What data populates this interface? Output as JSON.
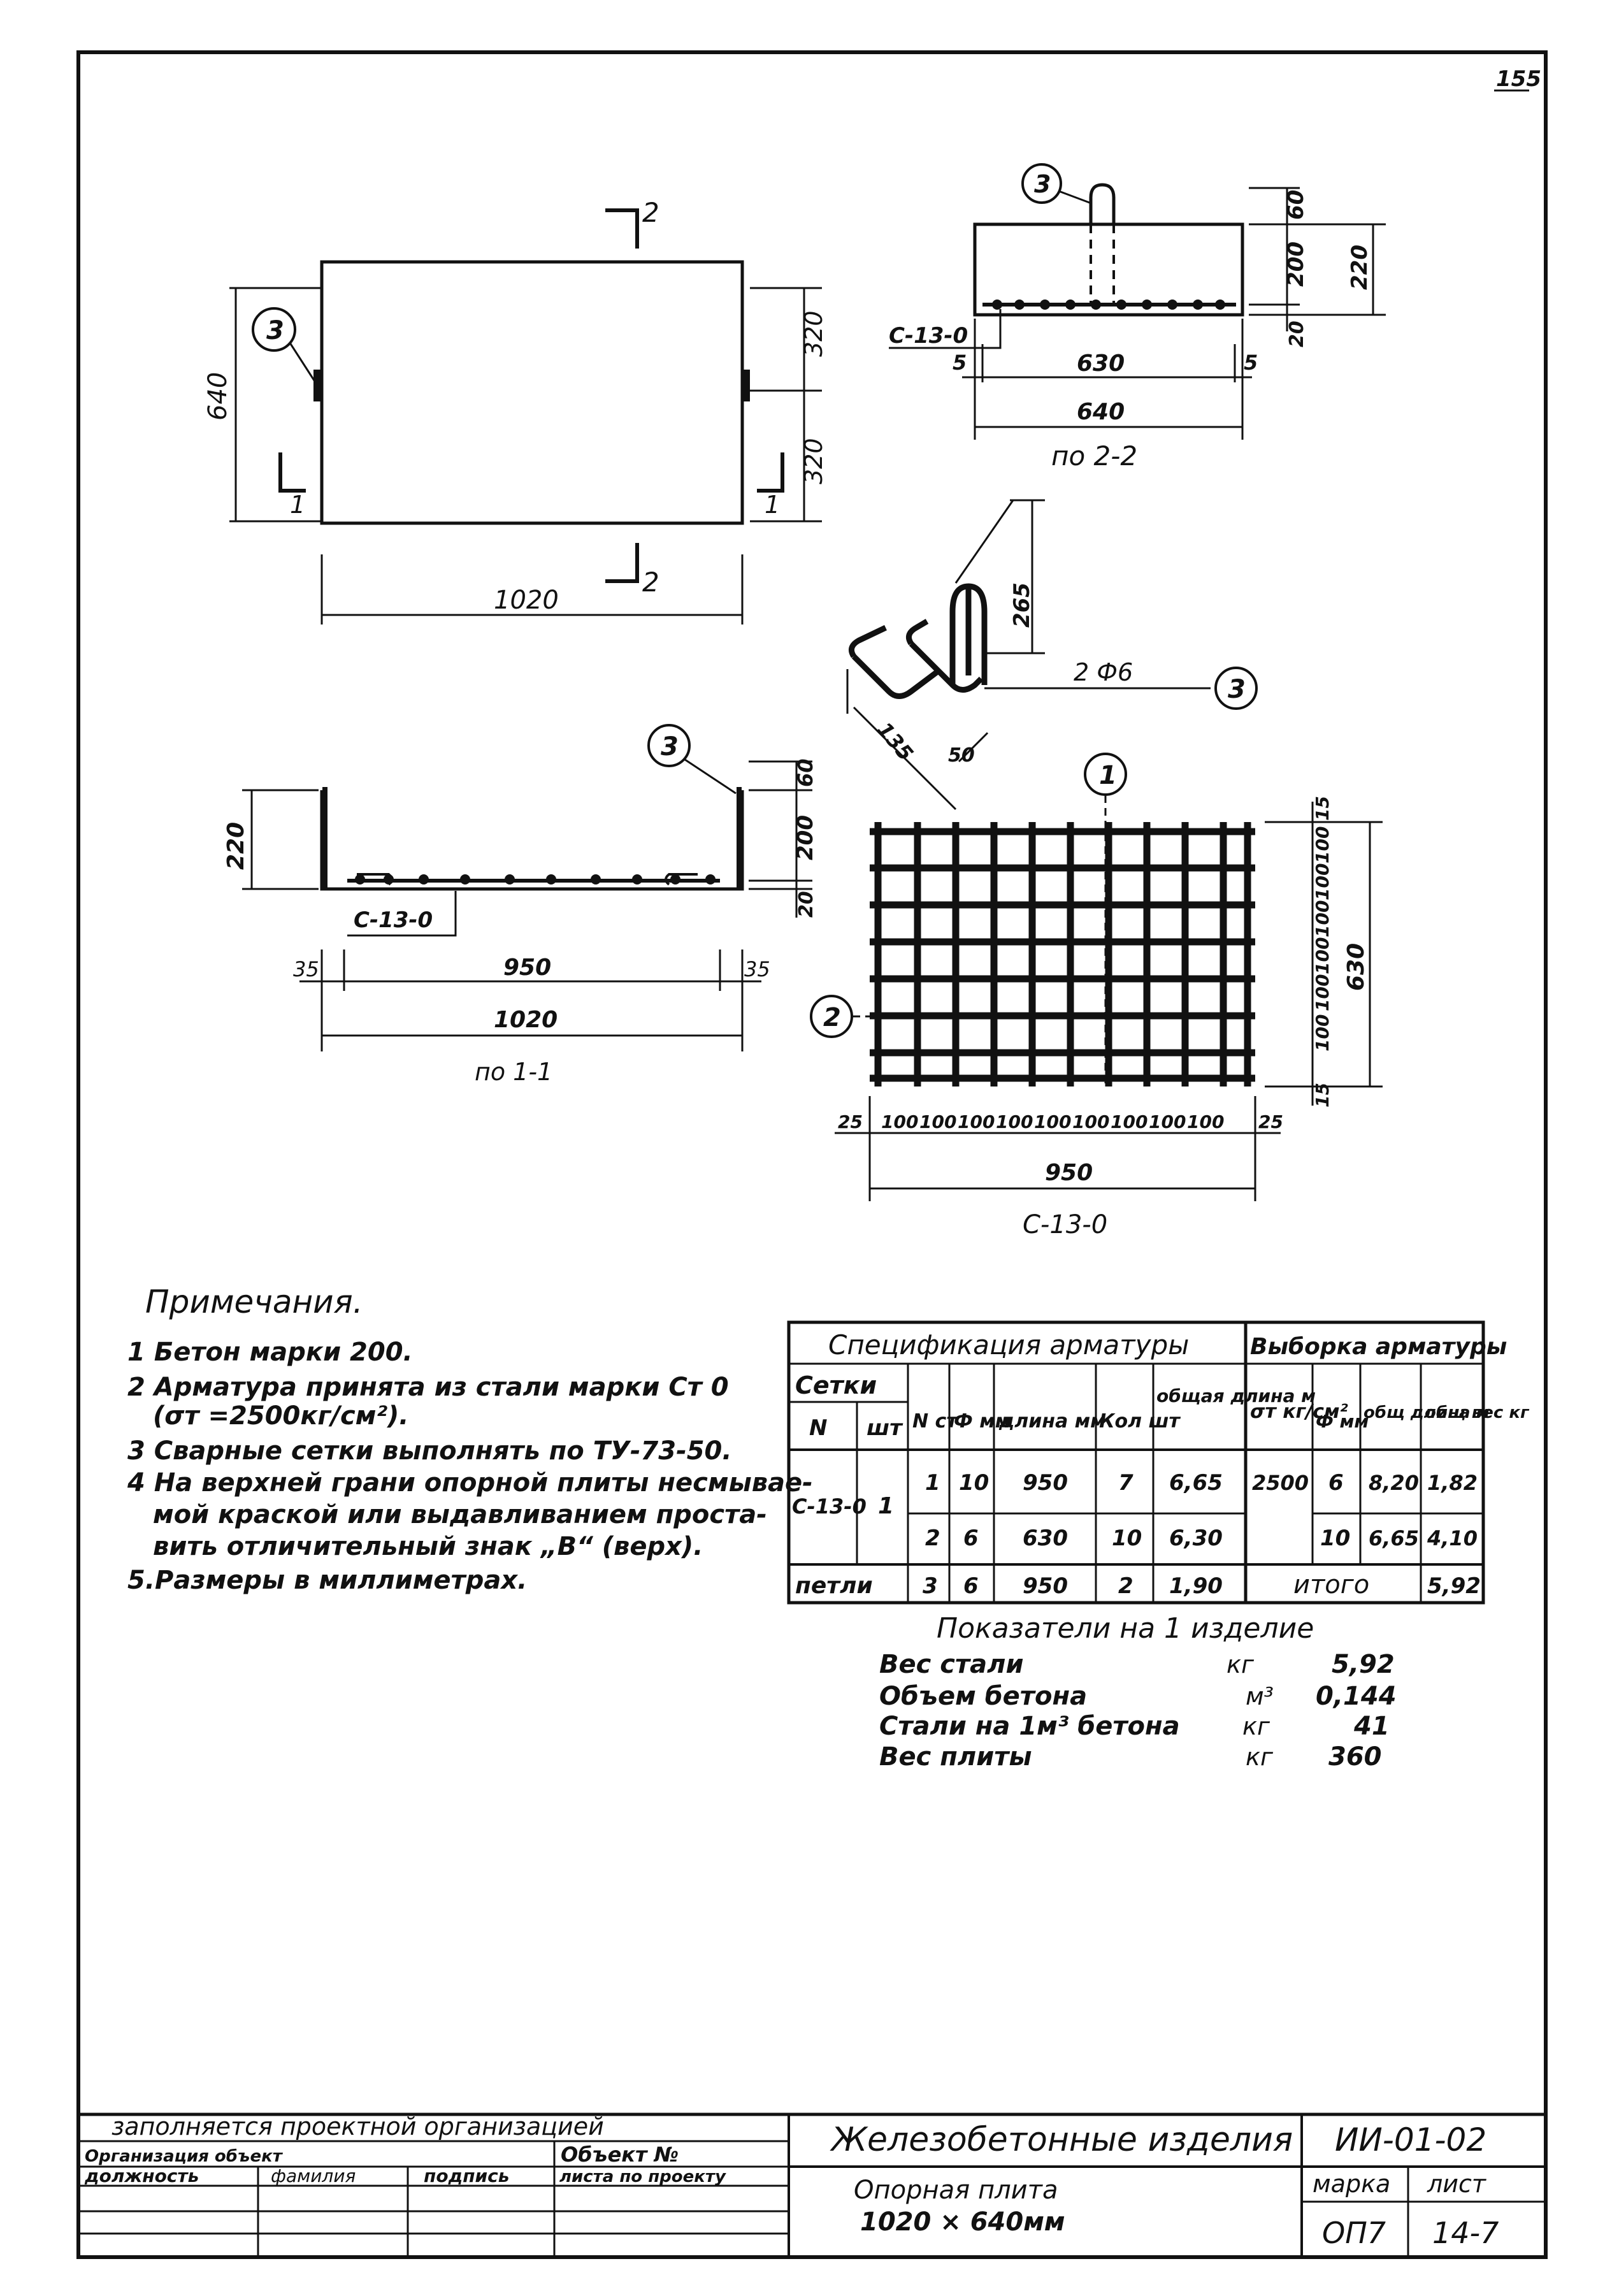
{
  "page_number": "155",
  "plan": {
    "section_mark_top": "2",
    "section_mark_bottom": "2",
    "section_mark_left": "1",
    "section_mark_right": "1",
    "callout": "3",
    "width_dim": "1020",
    "height_dim": "640",
    "half_dim_top": "320",
    "half_dim_bottom": "320"
  },
  "section_22": {
    "callout": "3",
    "mesh_label": "С-13-0",
    "dim_60": "60",
    "dim_200": "200",
    "dim_220": "220",
    "dim_20": "20",
    "dim_5_left": "5",
    "dim_630": "630",
    "dim_5_right": "5",
    "dim_640": "640",
    "caption": "по 2-2"
  },
  "loop": {
    "dim_265": "265",
    "bar_label": "2 Ф6",
    "callout": "3",
    "dim_135": "135",
    "dim_50": "50"
  },
  "section_11": {
    "callout": "3",
    "dim_220": "220",
    "dim_60": "60",
    "dim_200": "200",
    "dim_20": "20",
    "mesh_label": "С-13-0",
    "dim_35_left": "35",
    "dim_950": "950",
    "dim_35_right": "35",
    "dim_1020": "1020",
    "caption": "по 1-1"
  },
  "mesh": {
    "callout_1": "1",
    "callout_2": "2",
    "right_dims": [
      "15",
      "100",
      "100",
      "100",
      "100",
      "100",
      "100",
      "15"
    ],
    "right_total": "630",
    "bottom_dims": [
      "25",
      "100",
      "100",
      "100",
      "100",
      "100",
      "100",
      "100",
      "100",
      "100",
      "25"
    ],
    "bottom_total": "950",
    "caption": "С-13-0"
  },
  "notes": {
    "title": "Примечания.",
    "lines": [
      "1 Бетон марки 200.",
      "2 Арматура принята из стали марки Ст 0",
      "(σт =2500кг/см²).",
      "3 Сварные сетки выполнять по ТУ-73-50.",
      "4 На верхней грани опорной плиты несмывае-",
      "мой краской или выдавливанием проста-",
      "вить отличительный знак „В“ (верх).",
      "5.Размеры в миллиметрах."
    ]
  },
  "spec_table": {
    "title_spec": "Спецификация арматуры",
    "title_select": "Выборка арматуры",
    "h_mesh": "Сетки",
    "h_n": "N",
    "h_qty_mesh": "шт",
    "h_rod_n": "N ст",
    "h_diam": "Ф мм",
    "h_len": "длина мм",
    "h_count": "Кол шт",
    "h_total_len": "общая длина м",
    "h_sigma": "σт кг/см²",
    "h_diam2": "Ф мм",
    "h_tot_len2": "общ длина м",
    "h_tot_w": "общ вес кг",
    "mesh_name": "С-13-0",
    "mesh_qty": "1",
    "rows": [
      {
        "n": "1",
        "d": "10",
        "len": "950",
        "cnt": "7",
        "tot": "6,65"
      },
      {
        "n": "2",
        "d": "6",
        "len": "630",
        "cnt": "10",
        "tot": "6,30"
      }
    ],
    "sel_rows": [
      {
        "sigma": "2500",
        "d": "6",
        "len": "8,20",
        "w": "1,82"
      },
      {
        "sigma": "",
        "d": "10",
        "len": "6,65",
        "w": "4,10"
      }
    ],
    "loops_label": "петли",
    "loops": {
      "n": "3",
      "d": "6",
      "len": "950",
      "cnt": "2",
      "tot": "1,90"
    },
    "total_label": "итого",
    "total_value": "5,92"
  },
  "indicators": {
    "title": "Показатели на 1 изделие",
    "rows": [
      {
        "label": "Вес стали",
        "unit": "кг",
        "value": "5,92"
      },
      {
        "label": "Объем бетона",
        "unit": "м³",
        "value": "0,144"
      },
      {
        "label": "Стали на 1м³ бетона",
        "unit": "кг",
        "value": "41"
      },
      {
        "label": "Вес плиты",
        "unit": "кг",
        "value": "360"
      }
    ]
  },
  "title_block": {
    "filled_by": "заполняется проектной организацией",
    "org": "Организация объект",
    "object_no": "Объект №",
    "position": "должность",
    "surname": "фамилия",
    "signature": "подпись",
    "sheet_by_project": "листа по проекту",
    "product_type": "Железобетонные изделия",
    "series": "ИИ-01-02",
    "name_line1": "Опорная плита",
    "name_line2": "1020 × 640мм",
    "mark_label": "марка",
    "sheet_label": "лист",
    "mark": "ОП7",
    "sheet": "14-7"
  }
}
